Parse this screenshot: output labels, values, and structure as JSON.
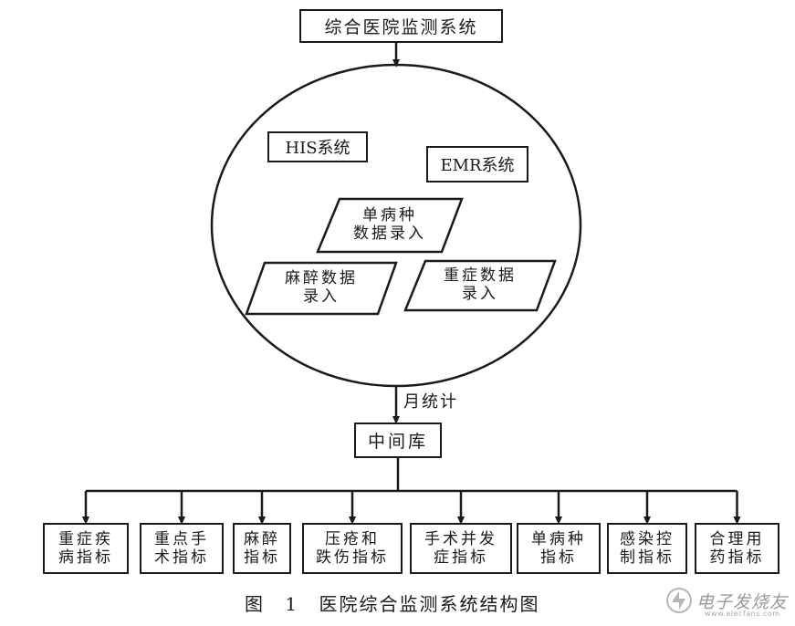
{
  "diagram": {
    "root": "综合医院监测系统",
    "subsystems": [
      "HIS系统",
      "EMR系统"
    ],
    "data_entries": [
      "单病种\n数据录入",
      "麻醉数据\n录入",
      "重症数据\n录入"
    ],
    "edge_label": "月统计",
    "middle": "中间库",
    "indicators": [
      "重症疾\n病指标",
      "重点手\n术指标",
      "麻醉\n指标",
      "压疮和\n跌伤指标",
      "手术并发\n症指标",
      "单病种\n指标",
      "感染控\n制指标",
      "合理用\n药指标"
    ],
    "caption": "图 1 医院综合监测系统结构图"
  },
  "watermark": {
    "text": "电子发烧友",
    "sub": "www.elecfans.com"
  }
}
